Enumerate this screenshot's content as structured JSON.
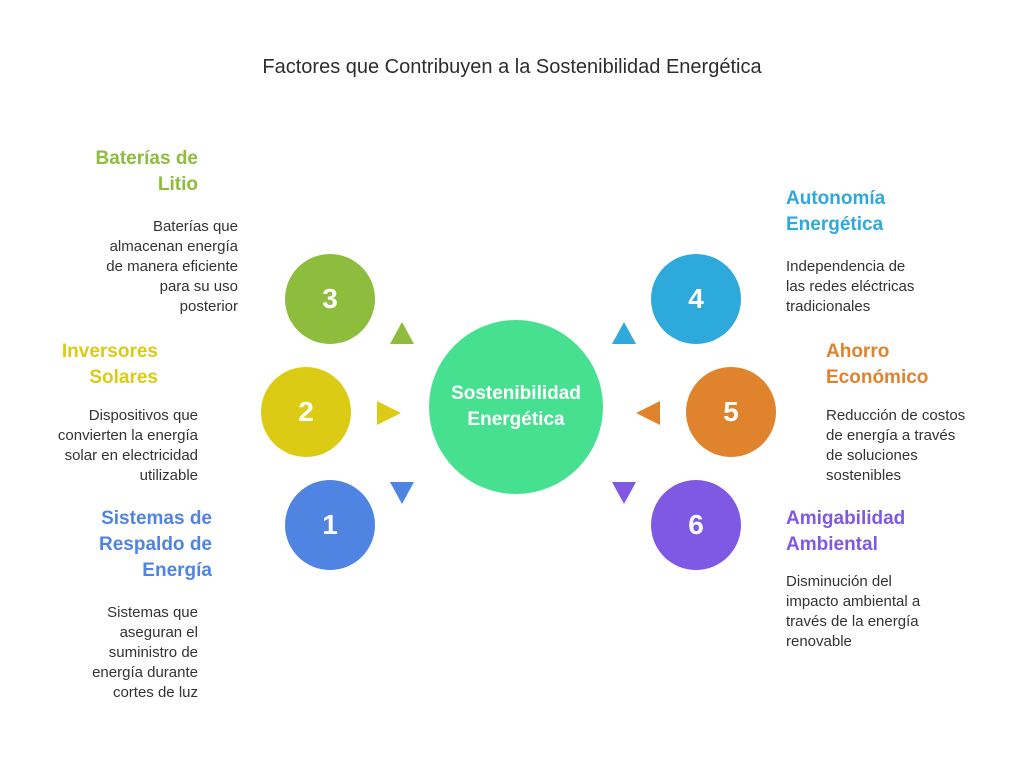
{
  "title": "Factores que Contribuyen a la Sostenibilidad Energética",
  "center": {
    "line1": "Sostenibilidad",
    "line2": "Energética",
    "color": "#47e090"
  },
  "factors": {
    "f1": {
      "number": "1",
      "color": "#4f84e3",
      "heading": [
        "Sistemas de",
        "Respaldo de",
        "Energía"
      ],
      "desc": [
        "Sistemas que",
        "aseguran el",
        "suministro de",
        "energía durante",
        "cortes de luz"
      ]
    },
    "f2": {
      "number": "2",
      "color": "#dccb14",
      "heading": [
        "Inversores",
        "Solares"
      ],
      "desc": [
        "Dispositivos que",
        "convierten la energía",
        "solar en electricidad",
        "utilizable"
      ]
    },
    "f3": {
      "number": "3",
      "color": "#8ebc3d",
      "heading": [
        "Baterías de",
        "Litio"
      ],
      "desc": [
        "Baterías que",
        "almacenan energía",
        "de manera eficiente",
        "para su uso",
        "posterior"
      ]
    },
    "f4": {
      "number": "4",
      "color": "#2ea9dc",
      "heading": [
        "Autonomía",
        "Energética"
      ],
      "desc": [
        "Independencia de",
        "las redes eléctricas",
        "tradicionales"
      ]
    },
    "f5": {
      "number": "5",
      "color": "#e0832d",
      "heading": [
        "Ahorro",
        "Económico"
      ],
      "desc": [
        "Reducción de costos",
        "de energía a través",
        "de soluciones",
        "sostenibles"
      ]
    },
    "f6": {
      "number": "6",
      "color": "#7f59e3",
      "heading": [
        "Amigabilidad",
        "Ambiental"
      ],
      "desc": [
        "Disminución del",
        "impacto ambiental a",
        "través de la energía",
        "renovable"
      ]
    }
  }
}
